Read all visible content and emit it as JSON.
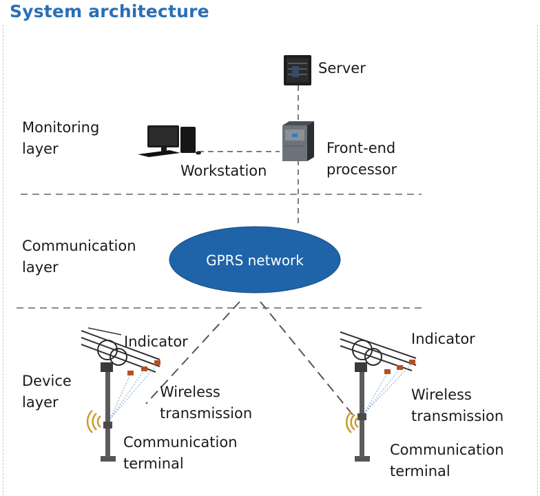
{
  "title": "System architecture",
  "layers": {
    "monitoring": "Monitoring\nlayer",
    "communication": "Communication\nlayer",
    "device": "Device\nlayer"
  },
  "nodes": {
    "server": "Server",
    "front_end": "Front-end\nprocessor",
    "workstation": "Workstation",
    "gprs": "GPRS network"
  },
  "devices": [
    {
      "indicator": "Indicator",
      "wireless": "Wireless\ntransmission",
      "terminal": "Communication\nterminal"
    },
    {
      "indicator": "Indicator",
      "wireless": "Wireless\ntransmission",
      "terminal": "Communication\nterminal"
    }
  ],
  "icons": {
    "server": "server-icon",
    "front_end": "front-end-processor-icon",
    "workstation": "workstation-icon",
    "pole": "utility-pole-icon",
    "signal": "wireless-signal-icon"
  },
  "colors": {
    "title": "#2a6fb5",
    "gprs_fill": "#1f63a8",
    "dash": "#8a8a8a"
  }
}
